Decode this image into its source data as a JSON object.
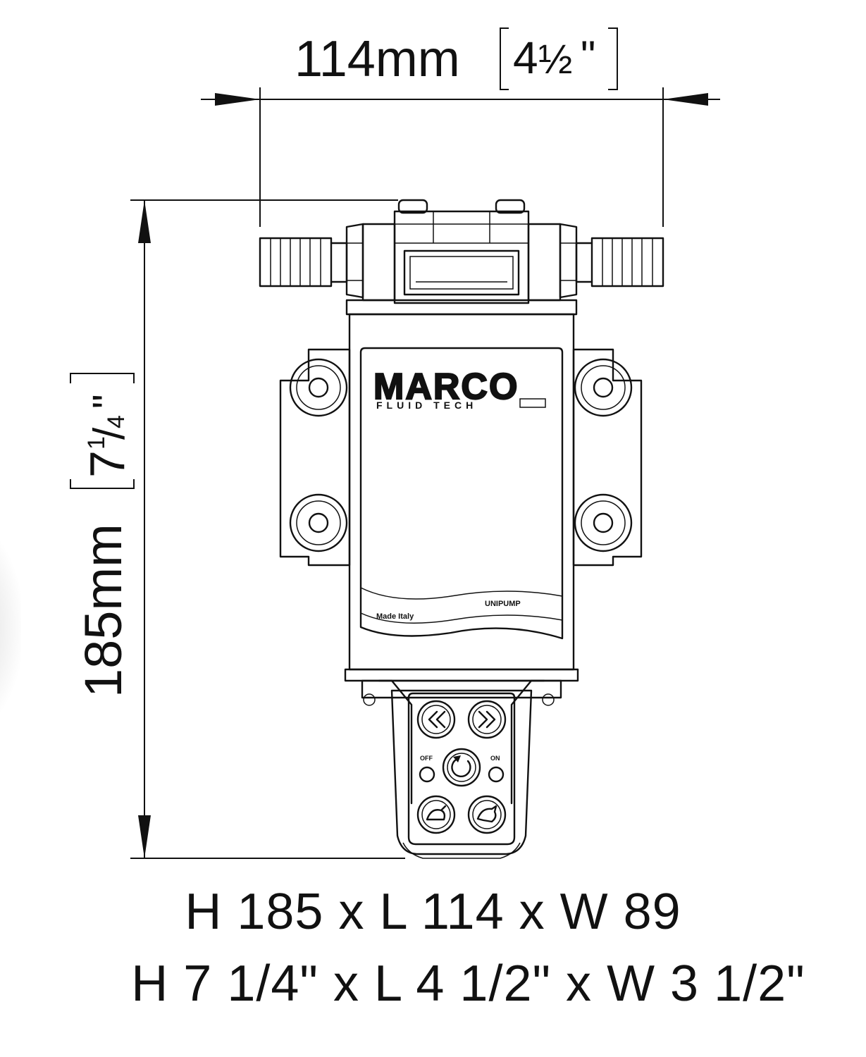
{
  "dimensions": {
    "width": {
      "metric": "114mm",
      "imperial_whole": "4",
      "imperial_frac": "½",
      "inch_mark": "\""
    },
    "height": {
      "metric": "185mm",
      "imperial_whole": "7",
      "imperial_num": "1",
      "imperial_den": "4",
      "inch_mark": "\""
    }
  },
  "brand": {
    "name": "MARCO",
    "subtitle": "FLUID TECH"
  },
  "label": {
    "left_text": "Made Italy",
    "right_text": "UNIPUMP"
  },
  "control_panel": {
    "left_led": "OFF",
    "right_led": "ON",
    "button_icons": [
      "reverse-icon",
      "forward-icon",
      "cycle-icon",
      "slow-speed-icon",
      "fast-speed-icon"
    ]
  },
  "caption": {
    "metric": "H 185 x L 114 x W 89",
    "imperial": "H 7 1/4\" x L 4 1/2\" x W 3 1/2\""
  },
  "colors": {
    "line": "#111111",
    "background": "#ffffff"
  }
}
